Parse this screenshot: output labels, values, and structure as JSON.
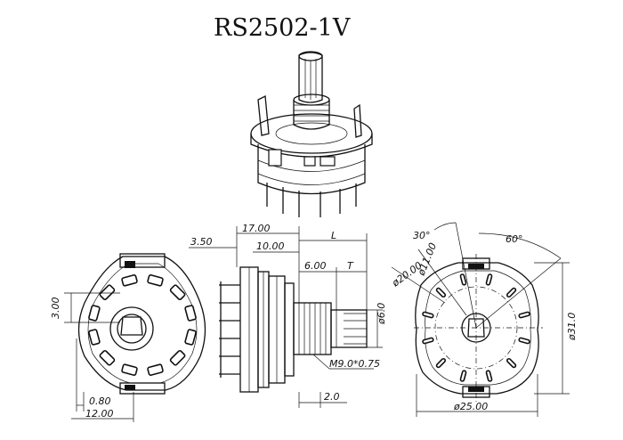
{
  "title": "RS2502-1V",
  "dimensions": {
    "d_3_00": "3.00",
    "d_0_80": "0.80",
    "d_12_00": "12.00",
    "d_17_00": "17.00",
    "d_3_50": "3.50",
    "d_10_00": "10.00",
    "d_L": "L",
    "d_6_00": "6.00",
    "d_T": "T",
    "d_phi6": "ø6.0",
    "d_thread": "M9.0*0.75",
    "d_2_0": "2.0",
    "d_30deg": "30°",
    "d_60deg": "60°",
    "d_phi11": "ø11.00",
    "d_phi20": "ø20.00",
    "d_phi31": "ø31.0",
    "d_phi25": "ø25.00"
  }
}
